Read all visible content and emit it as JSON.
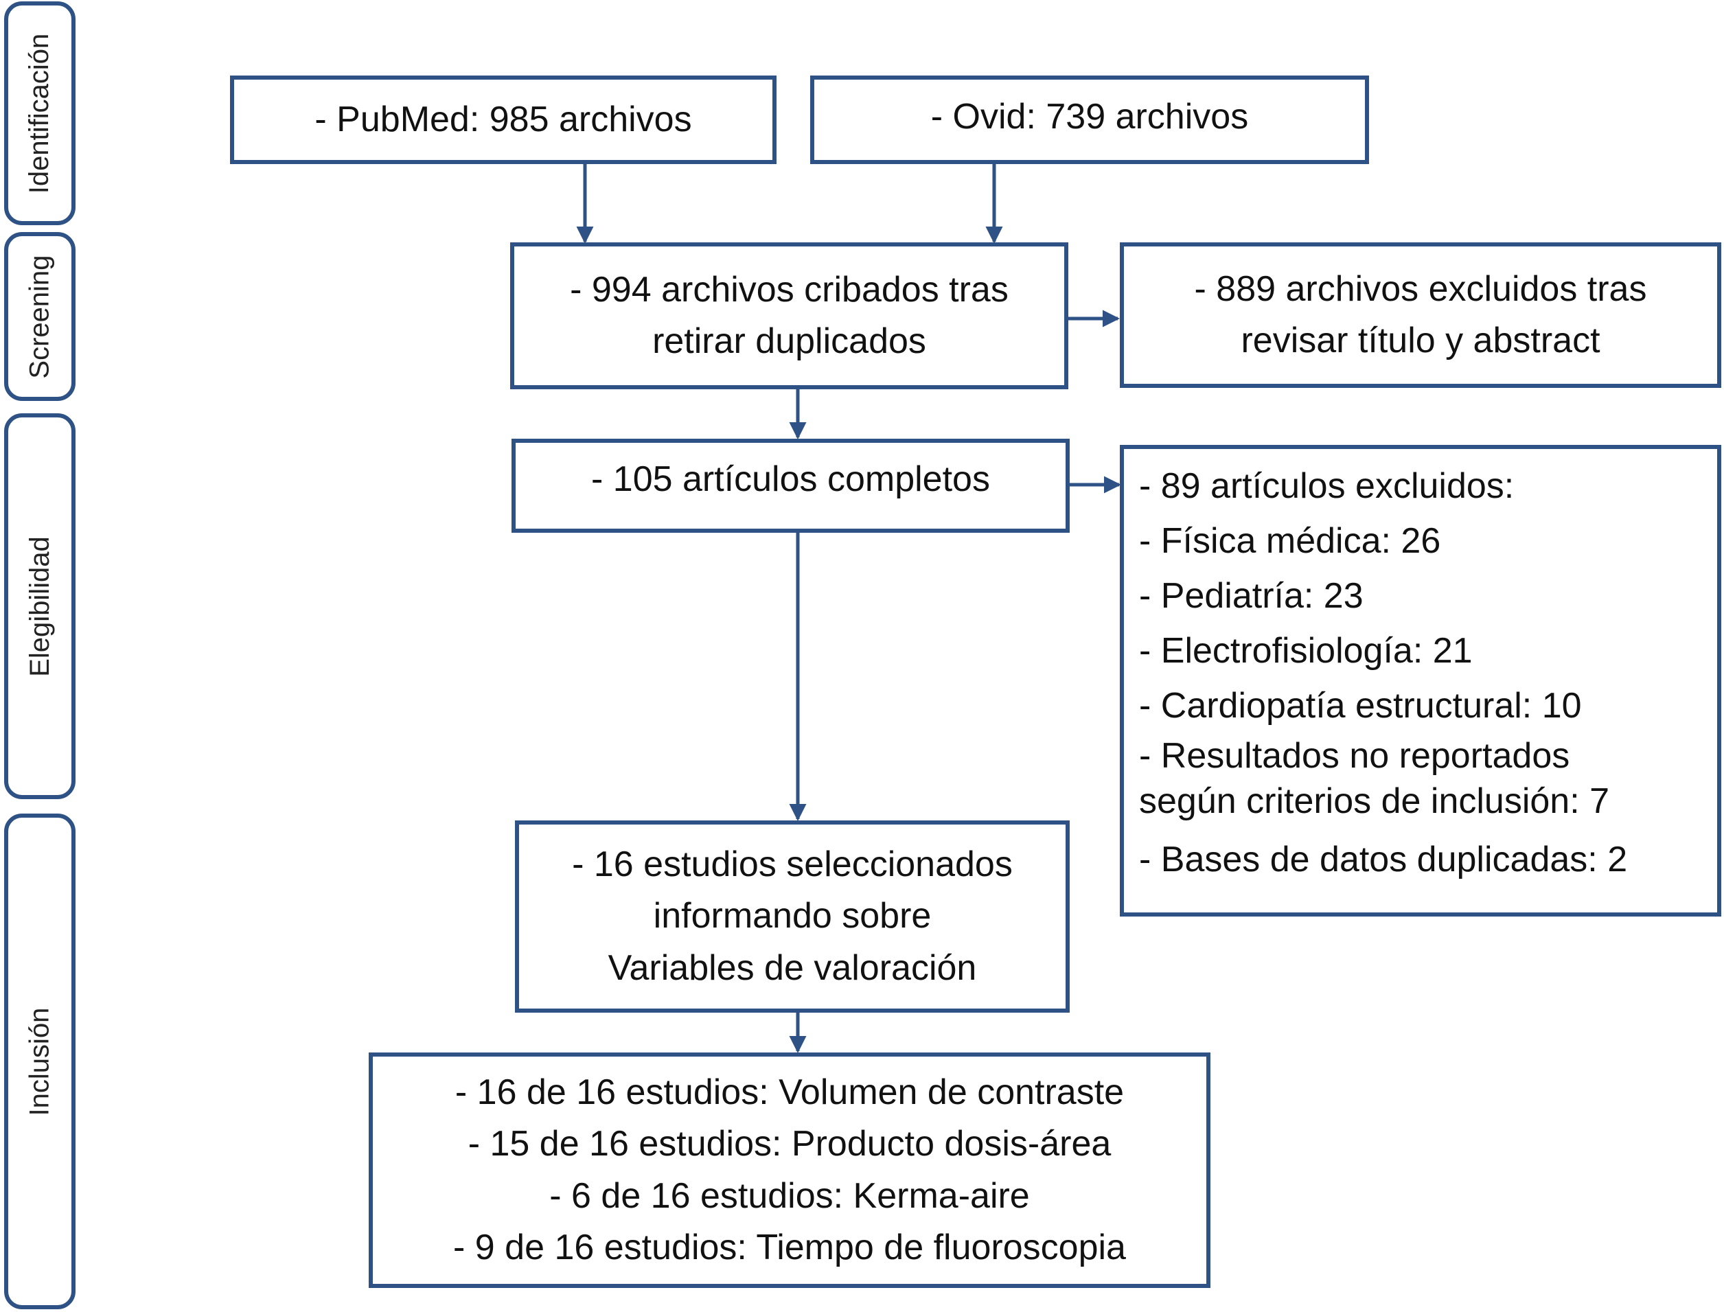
{
  "phases": {
    "identification": "Identificación",
    "screening": "Screening",
    "eligibility": "Elegibilidad",
    "inclusion": "Inclusión"
  },
  "boxes": {
    "pubmed": [
      "- PubMed: 985 archivos"
    ],
    "ovid": [
      "- Ovid:  739 archivos"
    ],
    "screened": [
      "- 994 archivos cribados tras",
      "retirar duplicados"
    ],
    "excluded_title": [
      "- 889 archivos excluidos tras",
      "revisar título y abstract"
    ],
    "full_text": [
      "- 105 artículos completos"
    ],
    "excluded_articles": [
      "- 89 artículos excluidos:",
      "- Física médica: 26",
      "- Pediatría: 23",
      "- Electrofisiología: 21",
      "- Cardiopatía estructural: 10",
      "- Resultados no reportados",
      "según criterios de inclusión: 7",
      "- Bases de datos duplicadas: 2"
    ],
    "selected": [
      "- 16 estudios seleccionados",
      "informando sobre",
      "Variables de valoración"
    ],
    "variables": [
      "- 16 de 16 estudios: Volumen de contraste",
      "- 15 de 16 estudios: Producto dosis-área",
      "- 6 de 16 estudios: Kerma-aire",
      "- 9 de 16 estudios: Tiempo de fluoroscopia"
    ]
  },
  "colors": {
    "border": "#2e5285",
    "arrow": "#2e5285",
    "text": "#111111"
  }
}
